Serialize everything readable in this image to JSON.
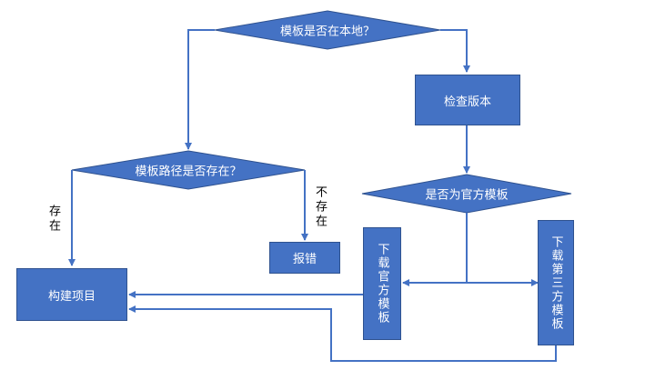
{
  "colors": {
    "fill": "#4472c4",
    "stroke": "#2f528f",
    "text": "#ffffff",
    "line": "#4472c4"
  },
  "nodes": {
    "q_local": "模板是否在本地？",
    "check_version": "检查版本",
    "q_path_exists": "模板路径是否存在？",
    "q_official": "是否为官方模板",
    "error": "报错",
    "build_project": "构建项目",
    "download_official": "下载官方模板",
    "download_thirdparty": "下载第三方模板"
  },
  "edge_labels": {
    "exists": "存在",
    "not_exists": "不存在"
  }
}
